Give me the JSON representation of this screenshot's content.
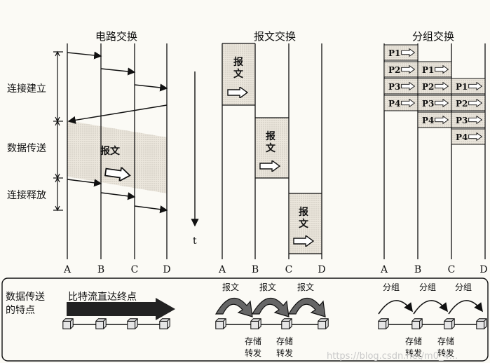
{
  "titles": {
    "circuit": "电路交换",
    "message": "报文交换",
    "packet": "分组交换"
  },
  "phases": [
    "连接建立",
    "数据传送",
    "连接释放"
  ],
  "message_label": "报文",
  "message_chars": [
    "报",
    "文"
  ],
  "time_label": "t",
  "nodes": [
    "A",
    "B",
    "C",
    "D"
  ],
  "packets": [
    [
      "P1",
      "P2",
      "P3",
      "P4"
    ],
    [
      "P1",
      "P2",
      "P3",
      "P4"
    ],
    [
      "P1",
      "P2",
      "P3",
      "P4"
    ]
  ],
  "bottom": {
    "label_lines": [
      "数据传送",
      "的特点"
    ],
    "circuit_text": "比特流直达终点",
    "hop_message": "报文",
    "hop_packet": "分组",
    "store_lines": [
      "存储",
      "转发"
    ]
  },
  "watermark": "https://blog.csdn.net/m0_4..."
}
